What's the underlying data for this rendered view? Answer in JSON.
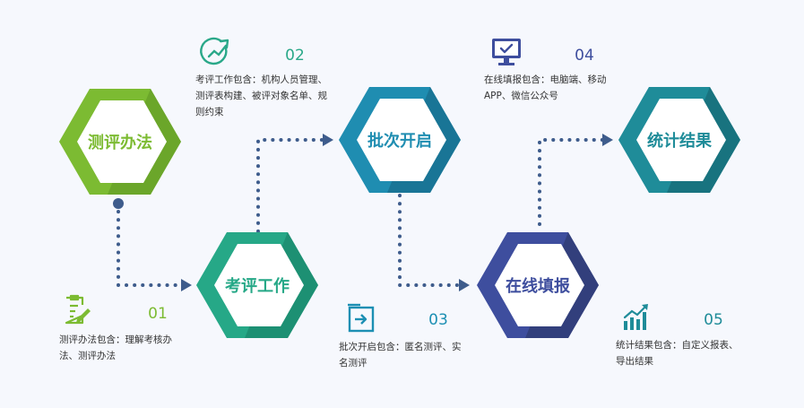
{
  "steps": [
    {
      "num": "01",
      "title": "测评办法",
      "desc": "测评办法包含：理解考核办法、测评办法",
      "color": "#7cbb32",
      "num_color": "#7cbb32",
      "icon": "clipboard-edit-icon"
    },
    {
      "num": "02",
      "title": "考评工作",
      "desc": "考评工作包含：机构人员管理、测评表构建、被评对象名单、规则约束",
      "color": "#26a887",
      "num_color": "#2aa889",
      "icon": "growth-chart-icon"
    },
    {
      "num": "03",
      "title": "批次开启",
      "desc": "批次开启包含：匿名测评、实名测评",
      "color": "#1f8db1",
      "num_color": "#1c8fb3",
      "icon": "enter-box-icon"
    },
    {
      "num": "04",
      "title": "在线填报",
      "desc": "在线填报包含：电脑端、移动APP、微信公众号",
      "color": "#3e4e9e",
      "num_color": "#3e4e9e",
      "icon": "monitor-check-icon"
    },
    {
      "num": "05",
      "title": "统计结果",
      "desc": "统计结果包含：自定义报表、导出结果",
      "color": "#1f8c99",
      "num_color": "#1f8c99",
      "icon": "bar-chart-icon"
    }
  ],
  "desc_lines": {
    "s1": [
      "测评办法包含：理解考核办",
      "法、测评办法"
    ],
    "s2": [
      "考评工作包含：机构人员管理、",
      "测评表构建、被评对象名单、规",
      "则约束"
    ],
    "s3": [
      "批次开启包含：匿名测评、实",
      "名测评"
    ],
    "s4": [
      "在线填报包含：电脑端、移动",
      "APP、微信公众号"
    ],
    "s5": [
      "统计结果包含：自定义报表、",
      "导出结果"
    ]
  },
  "colors": {
    "connector": "#3e5c8c",
    "dark_shadow": "#2b3565"
  }
}
